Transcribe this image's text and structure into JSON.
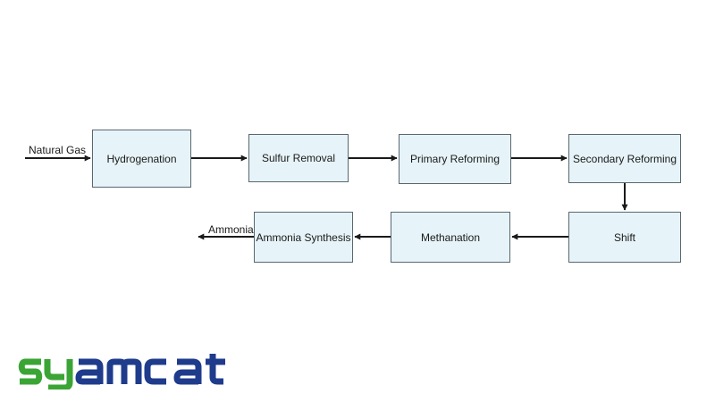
{
  "diagram": {
    "input_label": "Natural Gas",
    "output_label": "Ammonia",
    "steps": [
      {
        "id": "hydrogenation",
        "label": "Hydrogenation"
      },
      {
        "id": "sulfur-removal",
        "label": "Sulfur Removal"
      },
      {
        "id": "primary-reforming",
        "label": "Primary Reforming"
      },
      {
        "id": "secondary-reforming",
        "label": "Secondary Reforming"
      },
      {
        "id": "shift",
        "label": "Shift"
      },
      {
        "id": "methanation",
        "label": "Methanation"
      },
      {
        "id": "ammonia-synthesis",
        "label": "Ammonia Synthesis"
      }
    ],
    "flow": [
      [
        "input",
        "hydrogenation"
      ],
      [
        "hydrogenation",
        "sulfur-removal"
      ],
      [
        "sulfur-removal",
        "primary-reforming"
      ],
      [
        "primary-reforming",
        "secondary-reforming"
      ],
      [
        "secondary-reforming",
        "shift"
      ],
      [
        "shift",
        "methanation"
      ],
      [
        "methanation",
        "ammonia-synthesis"
      ],
      [
        "ammonia-synthesis",
        "output"
      ]
    ]
  },
  "logo": {
    "text": "syamcat",
    "colors": {
      "green": "#3aa535",
      "blue": "#1f3c8c"
    }
  }
}
